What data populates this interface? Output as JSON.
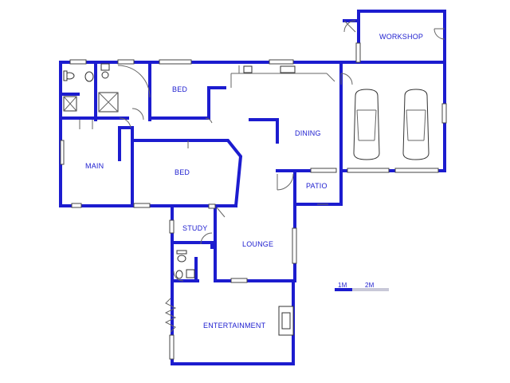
{
  "rooms": {
    "workshop": "WORKSHOP",
    "bed_top": "BED",
    "dining": "DINING",
    "main": "MAIN",
    "bed_center": "BED",
    "patio": "PATIO",
    "study": "STUDY",
    "lounge": "LOUNGE",
    "entertainment": "ENTERTAINMENT"
  },
  "scale_bar": {
    "label_1": "1M",
    "label_2": "2M"
  },
  "colors": {
    "wall": "#1c1ccf",
    "fixture": "#333333"
  }
}
